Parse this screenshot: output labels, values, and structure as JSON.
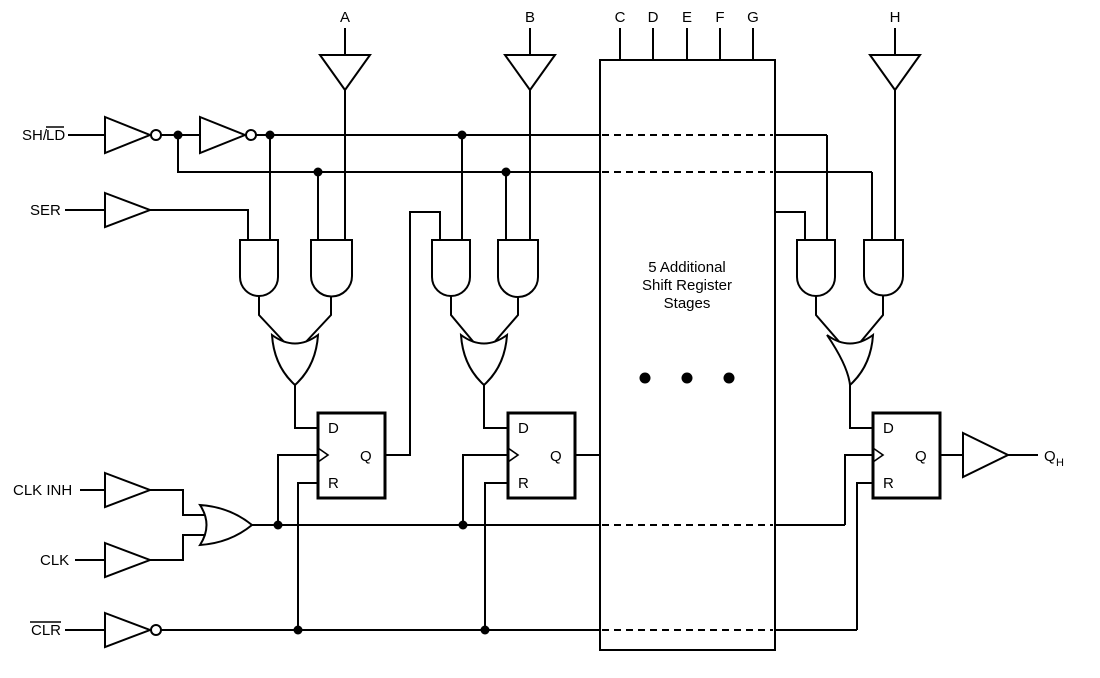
{
  "inputs": {
    "sh_ld": {
      "pre": "SH/",
      "over": "LD"
    },
    "ser": "SER",
    "clk_inh": "CLK INH",
    "clk": "CLK",
    "clr": "CLR"
  },
  "parallel_inputs": {
    "a": "A",
    "b": "B",
    "c": "C",
    "d": "D",
    "e": "E",
    "f": "F",
    "g": "G",
    "h": "H"
  },
  "stage_box": {
    "line1": "5 Additional",
    "line2": "Shift Register",
    "line3": "Stages"
  },
  "flip_flop": {
    "d": "D",
    "q": "Q",
    "r": "R"
  },
  "output": {
    "q": "Q",
    "sub": "H"
  },
  "colors": {
    "line": "#000000",
    "background": "#ffffff"
  }
}
